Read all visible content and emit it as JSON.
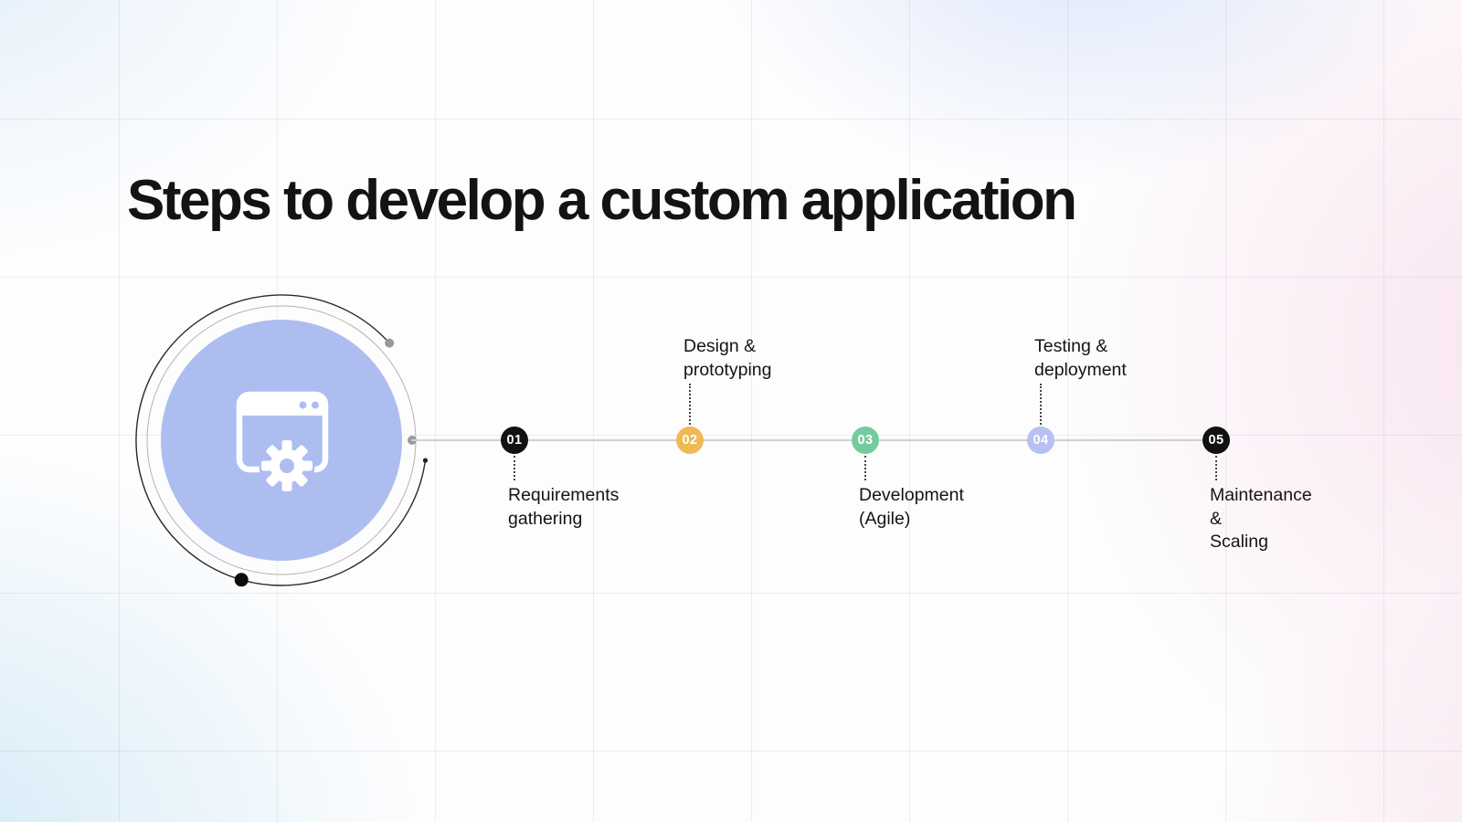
{
  "title": "Steps to develop a custom application",
  "colors": {
    "hero_circle": "#aebdf0",
    "timeline_line": "#d0d0d0",
    "step_01": "#111111",
    "step_02": "#eeba55",
    "step_03": "#75cb9e",
    "step_04": "#b6c0f2",
    "step_05": "#111111"
  },
  "hero": {
    "icon": "app-window-gear-icon"
  },
  "steps": [
    {
      "number": "01",
      "label": "Requirements\ngathering",
      "color": "#111111",
      "label_position": "below"
    },
    {
      "number": "02",
      "label": "Design &\nprototyping",
      "color": "#eeba55",
      "label_position": "above"
    },
    {
      "number": "03",
      "label": "Development\n(Agile)",
      "color": "#75cb9e",
      "label_position": "below"
    },
    {
      "number": "04",
      "label": "Testing &\ndeployment",
      "color": "#b6c0f2",
      "label_position": "above"
    },
    {
      "number": "05",
      "label": "Maintenance &\nScaling",
      "color": "#111111",
      "label_position": "below"
    }
  ]
}
